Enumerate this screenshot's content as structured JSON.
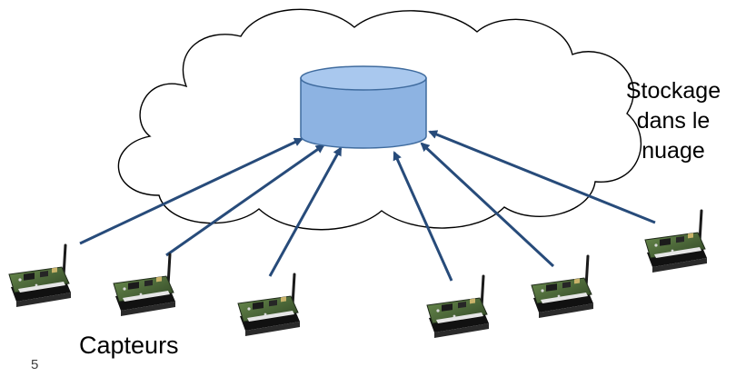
{
  "storage_label_lines": [
    "Stockage",
    "dans le",
    "nuage"
  ],
  "sensors_label": "Capteurs",
  "slide_number": "5",
  "colors": {
    "cylinder_fill": "#8db3e2",
    "cylinder_top": "#a9c8ee",
    "cylinder_stroke": "#3f6b9e",
    "arrow": "#274b7a",
    "cloud_stroke": "#000000",
    "board_green": "#4e6e3c",
    "board_dark": "#1f2a1a"
  },
  "icons": {
    "cloud": "cloud-icon",
    "database": "database-cylinder-icon",
    "sensor": "sensor-board-icon"
  },
  "sensor_count": 6
}
